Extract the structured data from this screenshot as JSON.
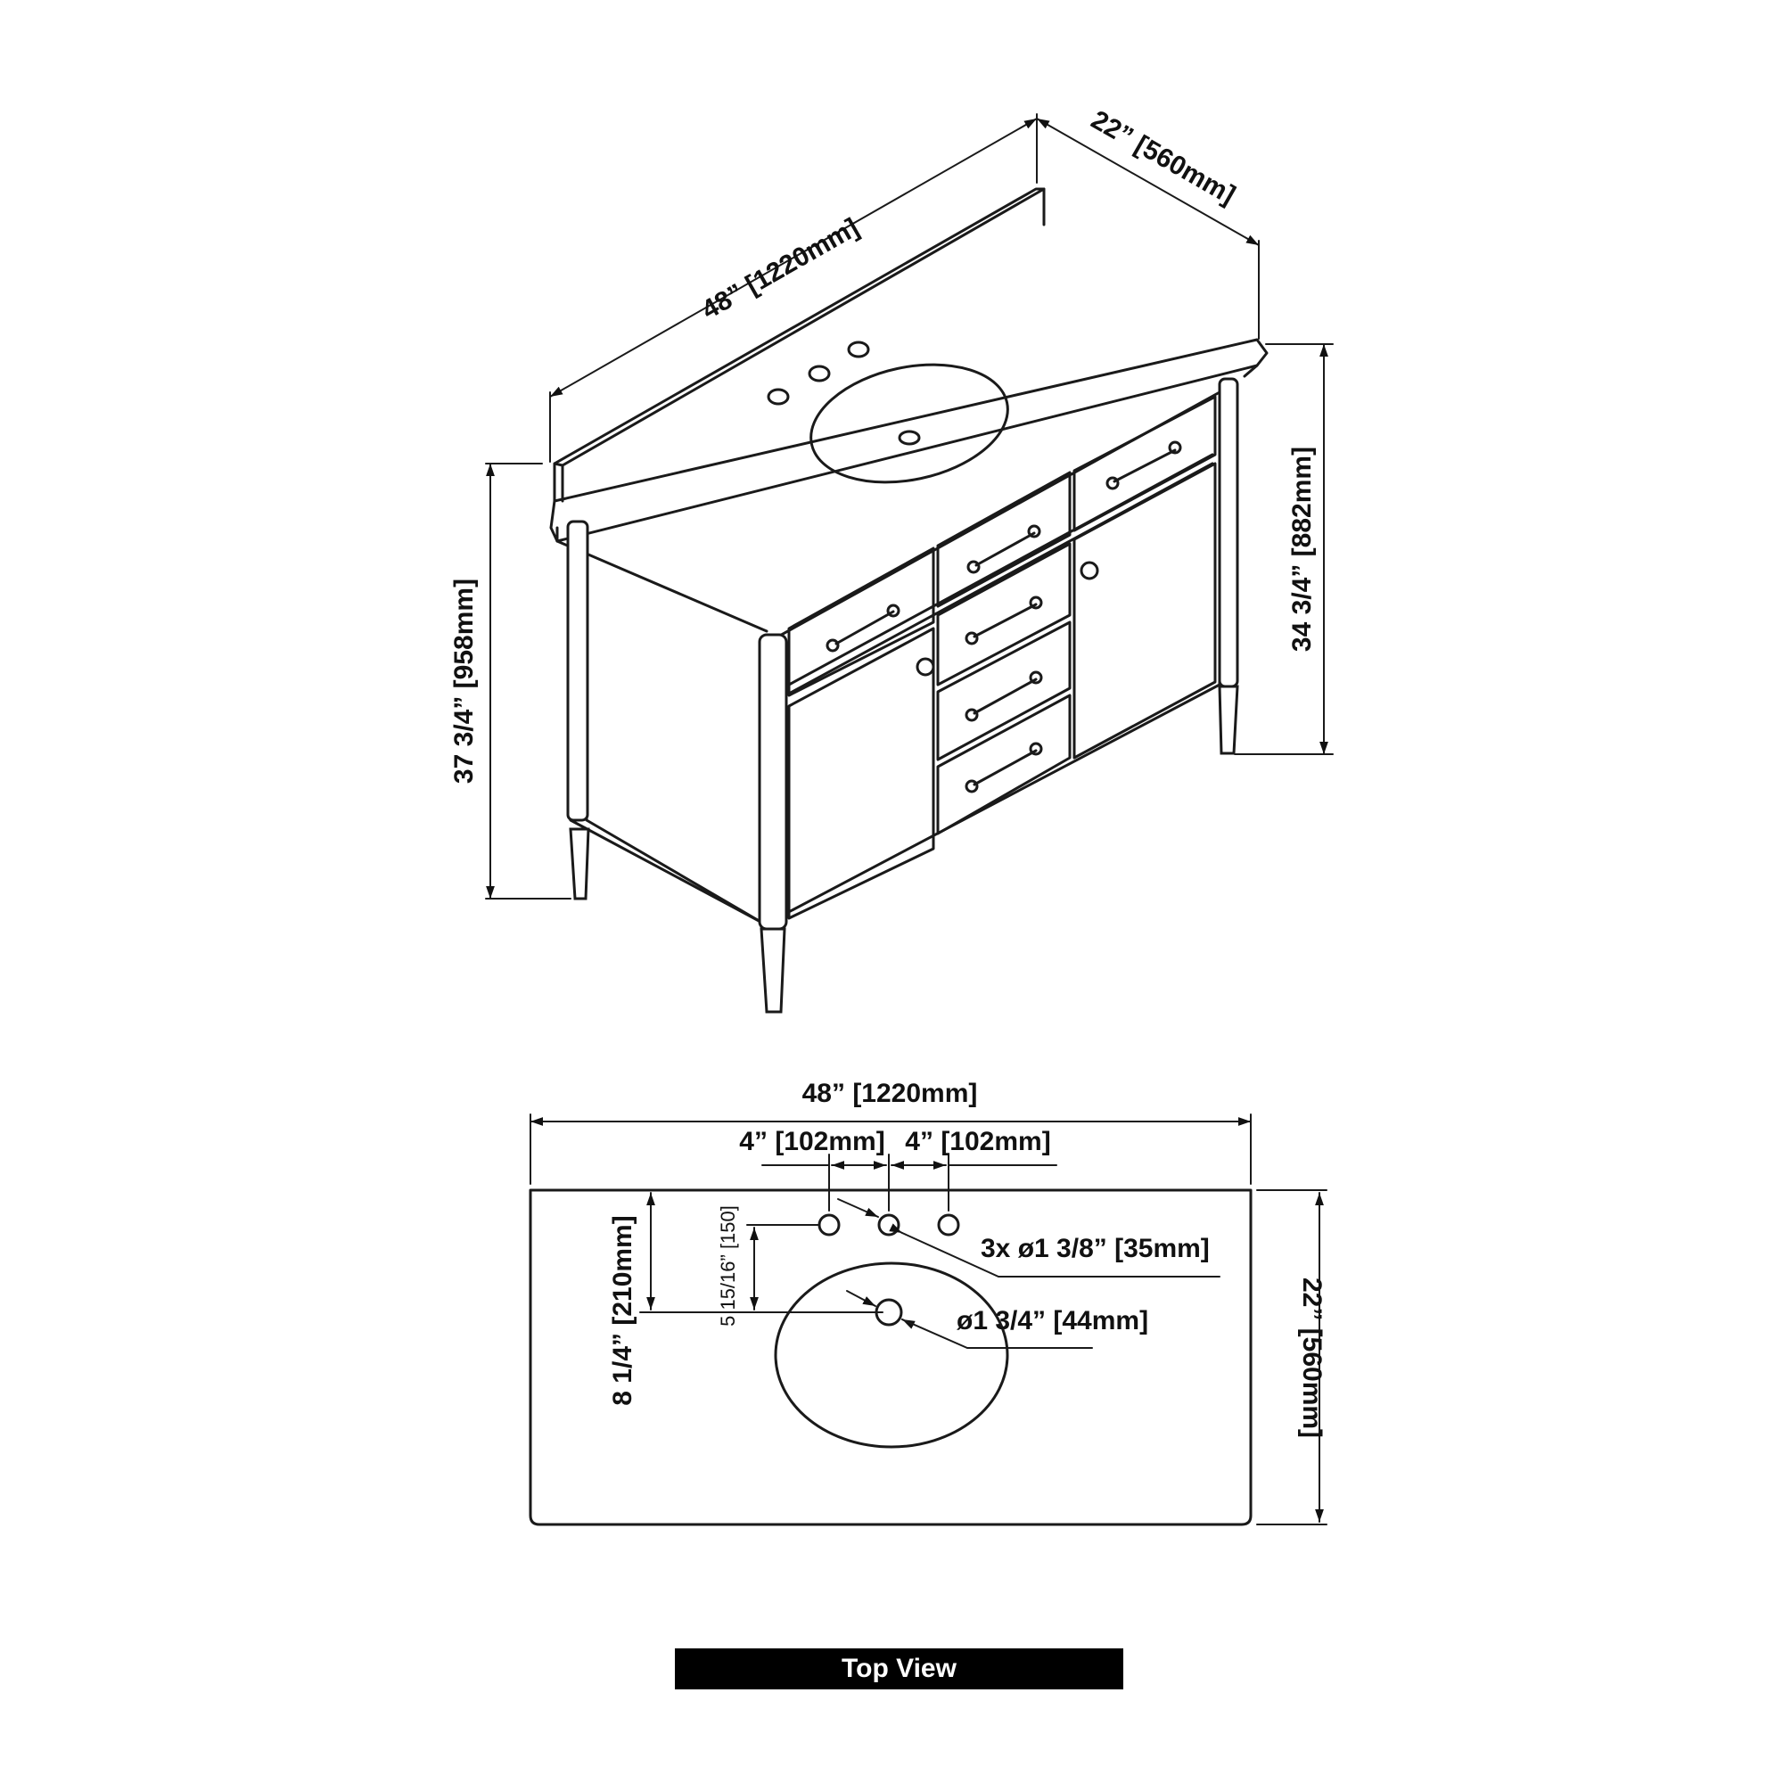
{
  "colors": {
    "line": "#1a1a1a",
    "background": "#ffffff",
    "label_bar": "#000000",
    "label_text": "#ffffff"
  },
  "isometric_view": {
    "width_label": "48” [1220mm]",
    "depth_label": "22” [560mm]",
    "total_height_label": "37 3/4” [958mm]",
    "cabinet_height_label": "34 3/4” [882mm]"
  },
  "top_view": {
    "width_label": "48” [1220mm]",
    "hole_spacing_left_label": "4” [102mm]",
    "hole_spacing_right_label": "4” [102mm]",
    "faucet_holes_label": "3x ø1 3/8” [35mm]",
    "drain_label": "ø1 3/4” [44mm]",
    "drain_offset_label": "8 1/4” [210mm]",
    "hole_to_drain_label": "5 15/16” [150]",
    "depth_label": "22” [560mm]"
  },
  "view_label": "Top View"
}
